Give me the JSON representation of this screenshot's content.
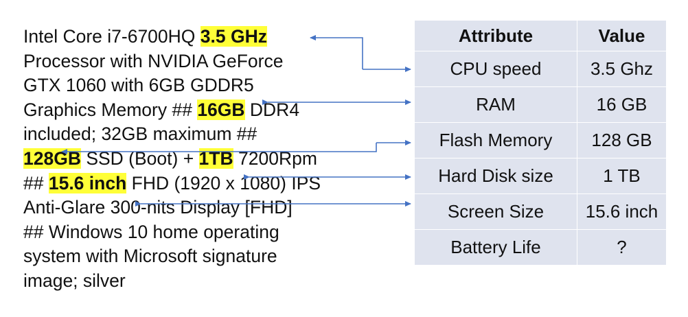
{
  "description": {
    "lines": [
      [
        {
          "t": "Intel Core i7-6700HQ "
        },
        {
          "t": "3.5 GHz",
          "hl": true
        }
      ],
      [
        {
          "t": "Processor with NVIDIA GeForce"
        }
      ],
      [
        {
          "t": "GTX 1060 with 6GB GDDR5"
        }
      ],
      [
        {
          "t": "Graphics Memory ## "
        },
        {
          "t": "16GB",
          "hl": true
        },
        {
          "t": " DDR4"
        }
      ],
      [
        {
          "t": "included; 32GB maximum ##"
        }
      ],
      [
        {
          "t": "128GB",
          "hl": true
        },
        {
          "t": " SSD (Boot) + "
        },
        {
          "t": "1TB",
          "hl": true
        },
        {
          "t": " 7200Rpm"
        }
      ],
      [
        {
          "t": "## "
        },
        {
          "t": "15.6 inch",
          "hl": true
        },
        {
          "t": " FHD (1920 x 1080) IPS"
        }
      ],
      [
        {
          "t": "Anti-Glare 300-nits Display [FHD]"
        }
      ],
      [
        {
          "t": "## Windows 10 home operating"
        }
      ],
      [
        {
          "t": "system with Microsoft signature"
        }
      ],
      [
        {
          "t": "image; silver"
        }
      ]
    ]
  },
  "table": {
    "headers": {
      "attribute": "Attribute",
      "value": "Value"
    },
    "rows": [
      {
        "attribute": "CPU speed",
        "value": "3.5 Ghz"
      },
      {
        "attribute": "RAM",
        "value": "16 GB"
      },
      {
        "attribute": "Flash Memory",
        "value": "128 GB"
      },
      {
        "attribute": "Hard Disk size",
        "value": "1 TB"
      },
      {
        "attribute": "Screen Size",
        "value": "15.6 inch"
      },
      {
        "attribute": "Battery Life",
        "value": "?"
      }
    ]
  },
  "arrow_color": "#4472c4"
}
